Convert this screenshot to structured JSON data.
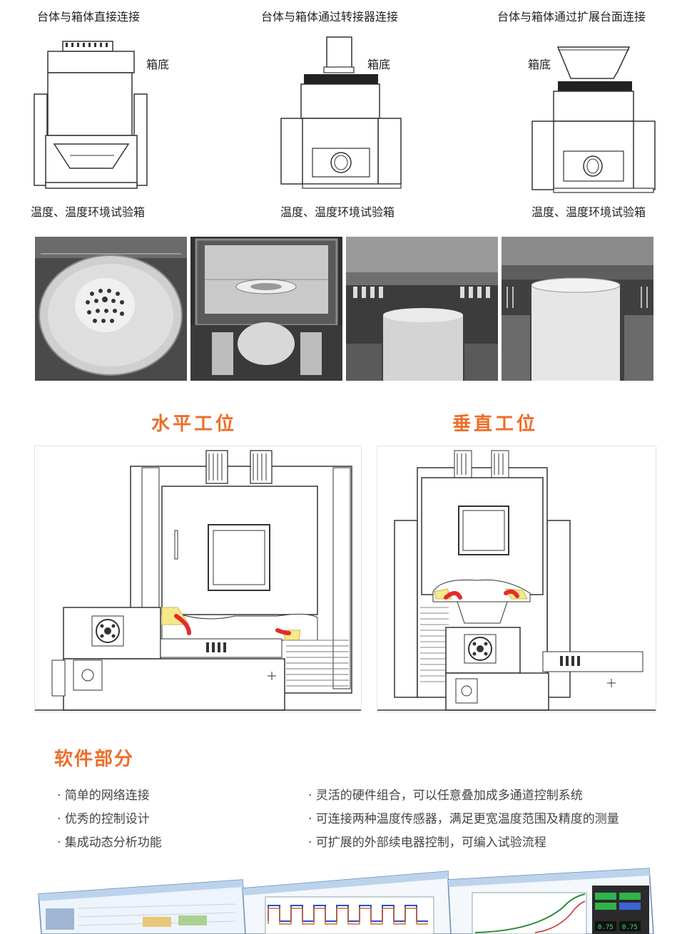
{
  "top_configs": [
    {
      "title": "台体与箱体直接连接",
      "label_box_bottom": "箱底",
      "caption": "温度、温度环境试验箱"
    },
    {
      "title": "台体与箱体通过转接器连接",
      "label_box_bottom": "箱底",
      "caption": "温度、温度环境试验箱"
    },
    {
      "title": "台体与箱体通过扩展台面连接",
      "label_box_bottom": "箱底",
      "caption": "温度、温度环境试验箱"
    }
  ],
  "photos": [
    {
      "name": "photo-table-top"
    },
    {
      "name": "photo-chamber-interior"
    },
    {
      "name": "photo-shaker-under-chamber"
    },
    {
      "name": "photo-shaker-closeup"
    }
  ],
  "positions": {
    "horizontal": "水平工位",
    "vertical": "垂直工位"
  },
  "software": {
    "title": "软件部分",
    "left_items": [
      "· 简单的网络连接",
      "· 优秀的控制设计",
      "· 集成动态分析功能"
    ],
    "right_items": [
      "· 灵活的硬件组合，可以任意叠加成多通道控制系统",
      "· 可连接两种温度传感器，满足更宽温度范围及精度的测量",
      "· 可扩展的外部续电器控制，可编入试验流程"
    ]
  },
  "colors": {
    "accent": "#ee6d2a",
    "text": "#222222",
    "highlight_red": "#e52b2b",
    "highlight_yellow": "#f7e98a"
  }
}
